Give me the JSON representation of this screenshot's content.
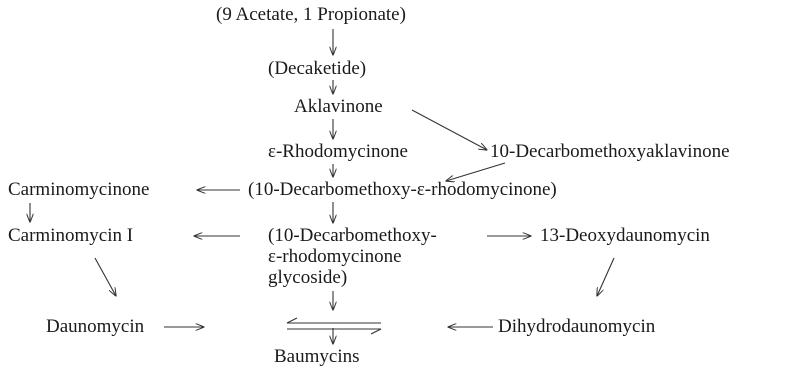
{
  "pathway": {
    "precursors": "(9 Acetate, 1 Propionate)",
    "decaketide": "(Decaketide)",
    "aklavinone": "Aklavinone",
    "rhodomycinone": "ε-Rhodomycinone",
    "decarbomethoxyaklavinone": "10-Decarbomethoxyaklavinone",
    "decarbomethoxy_rhodomycinone": "(10-Decarbomethoxy-ε-rhodomycinone)",
    "carminomycinone": "Carminomycinone",
    "carminomycin": "Carminomycin I",
    "glycoside": {
      "line1": "(10-Decarbomethoxy-",
      "line2": "ε-rhodomycinone",
      "line3": "glycoside)"
    },
    "deoxydaunomycin": "13-Deoxydaunomycin",
    "daunomycin": "Daunomycin",
    "dihydrodaunomycin": "Dihydrodaunomycin",
    "baumycins": "Baumycins"
  },
  "colors": {
    "text": "#1a1a1a",
    "arrow": "#333333"
  }
}
